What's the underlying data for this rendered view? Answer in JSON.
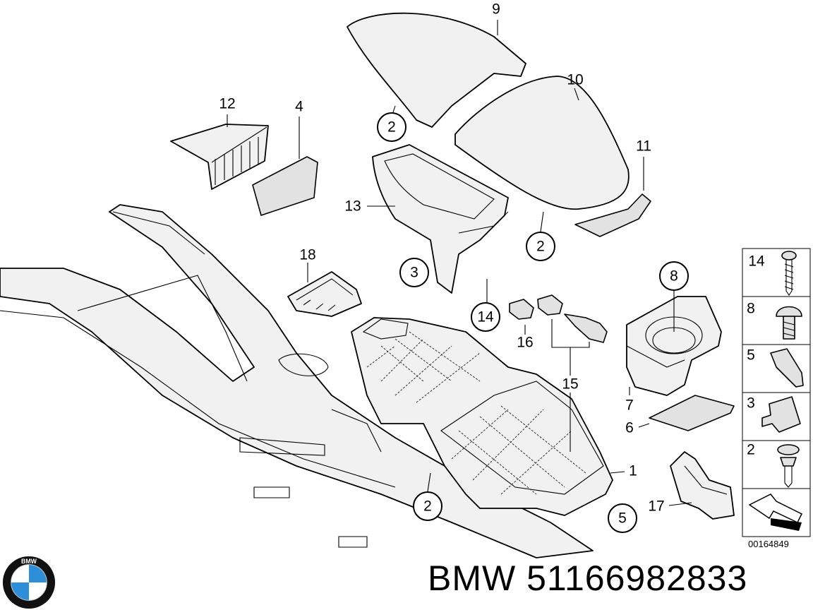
{
  "callouts": {
    "l9": "9",
    "l12": "12",
    "l4": "4",
    "l10": "10",
    "l11": "11",
    "l13": "13",
    "l18": "18",
    "l16": "16",
    "l15": "15",
    "l7": "7",
    "l6": "6",
    "l1": "1",
    "l17": "17"
  },
  "circled": {
    "c2a": "2",
    "c2b": "2",
    "c2c": "2",
    "c3": "3",
    "c14": "14",
    "c8": "8",
    "c5": "5"
  },
  "legend": [
    "14",
    "8",
    "5",
    "3",
    "2"
  ],
  "diagram_code": "00164849",
  "brand_line": "BMW 51166982833",
  "logo": {
    "text": "BMW",
    "colors": {
      "blue": "#2d8fd8",
      "white": "#ffffff",
      "ring": "#111111"
    }
  }
}
